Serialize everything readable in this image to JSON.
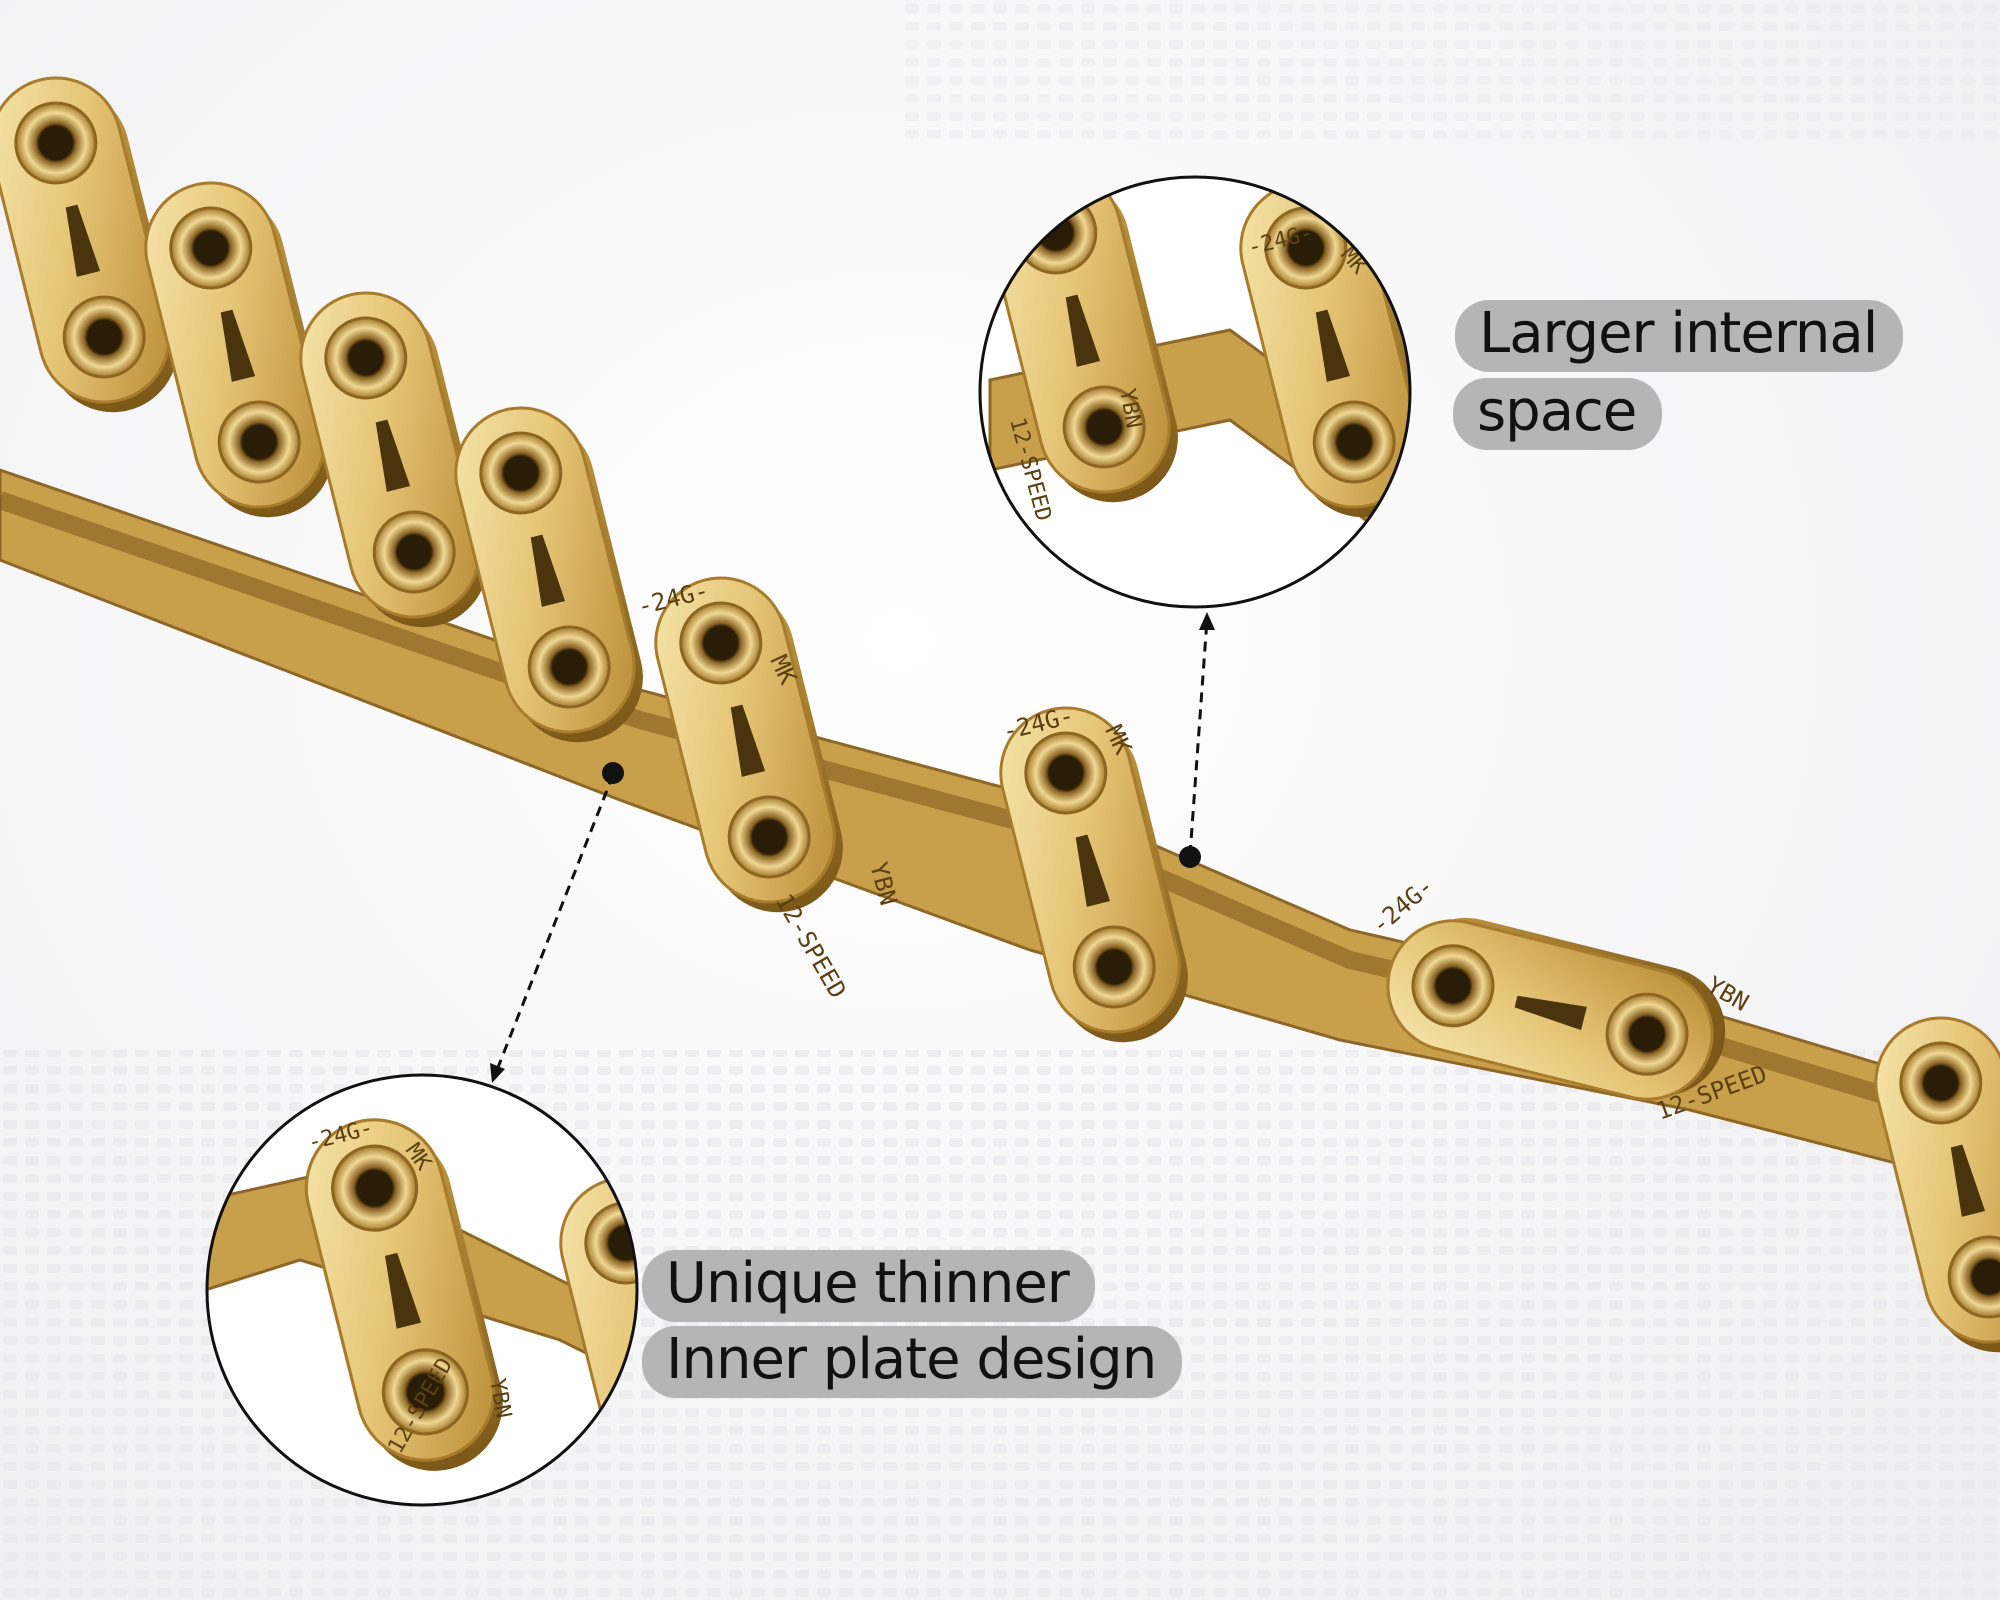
{
  "callouts": {
    "top_right": {
      "lines": [
        "Larger internal",
        "space"
      ]
    },
    "bottom_left": {
      "lines": [
        "Unique thinner",
        "Inner plate design"
      ]
    }
  },
  "plate_marks": {
    "top_edge": "-24G-",
    "corner": "MK",
    "side_brand": "YBN",
    "side_speed": "12-SPEED"
  },
  "colors": {
    "gold_light": "#f2dc98",
    "gold_mid": "#d9b35a",
    "gold_dark": "#9c7424",
    "label_bg": "#b5b5b5",
    "label_text": "#111111"
  }
}
